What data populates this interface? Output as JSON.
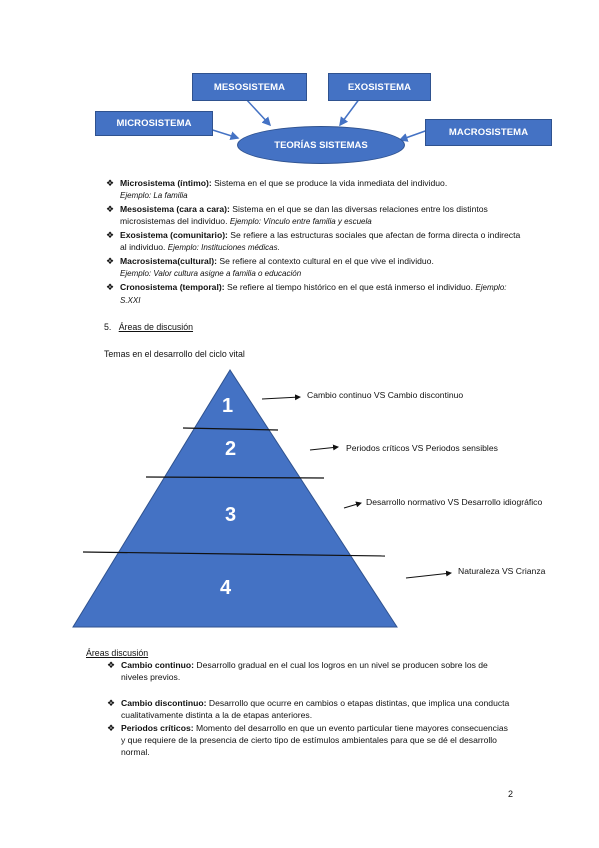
{
  "diagram": {
    "center": "TEORÍAS SISTEMAS",
    "boxes": {
      "meso": "MESOSISTEMA",
      "exo": "EXOSISTEMA",
      "micro": "MICROSISTEMA",
      "macro": "MACROSISTEMA"
    }
  },
  "systems": [
    {
      "term": "Microsistema (íntimo):",
      "desc": " Sistema en el que se produce la vida inmediata del individuo.",
      "example": "Ejemplo: La familia"
    },
    {
      "term": "Mesosistema (cara a cara):",
      "desc": " Sistema en el que se dan las diversas relaciones entre los distintos microsistemas del individuo.",
      "example": "Ejemplo: Vínculo entre familia y escuela"
    },
    {
      "term": "Exosistema (comunitario):",
      "desc": " Se refiere a las estructuras sociales que afectan de forma directa o indirecta al individuo.",
      "example": "Ejemplo: Instituciones médicas."
    },
    {
      "term": "Macrosistema(cultural):",
      "desc": " Se refiere al contexto cultural en el que vive el individuo.",
      "example": "Ejemplo: Valor cultura asigne a familia o educación"
    },
    {
      "term": "Cronosistema (temporal):",
      "desc": " Se refiere al tiempo histórico en el que está inmerso el individuo.",
      "example": "Ejemplo: S.XXI"
    }
  ],
  "section": {
    "number": "5.",
    "title": "Áreas de discusión"
  },
  "intro": "Temas en el desarrollo del ciclo vital",
  "pyramid": {
    "levels": [
      "1",
      "2",
      "3",
      "4"
    ],
    "labels": [
      "Cambio continuo VS Cambio discontinuo",
      "Periodos críticos VS Periodos sensibles",
      "Desarrollo normativo VS Desarrollo  idiográfico",
      "Naturaleza VS Crianza"
    ],
    "fill": "#4472c4"
  },
  "areas": {
    "heading": "Áreas discusión",
    "items": [
      {
        "term": "Cambio continuo:",
        "desc": " Desarrollo gradual en el cual los logros en un nivel se producen sobre los de niveles previos."
      },
      {
        "term": "Cambio discontinuo:",
        "desc": " Desarrollo que ocurre en cambios o etapas distintas, que implica una conducta cualitativamente distinta a la de etapas anteriores."
      },
      {
        "term": "Periodos críticos:",
        "desc": " Momento del desarrollo en que un evento particular tiene mayores consecuencias y que requiere de la presencia de cierto tipo de estímulos ambientales para que se dé el desarrollo normal."
      }
    ]
  },
  "page_number": "2"
}
